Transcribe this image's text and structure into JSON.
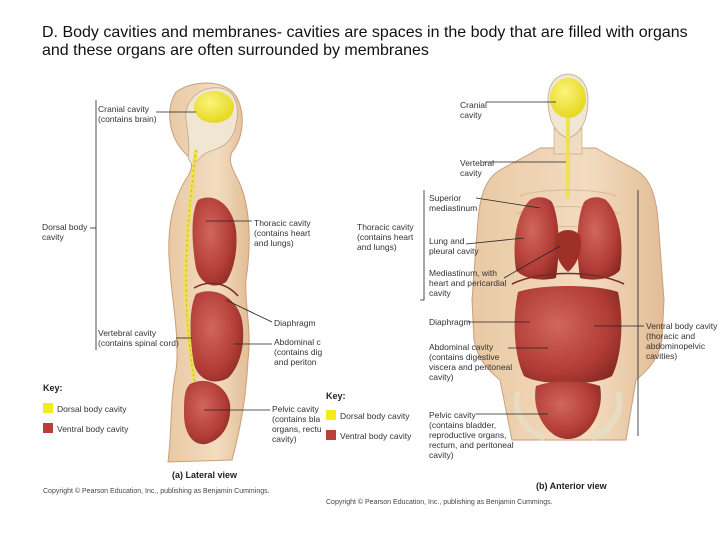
{
  "title": "D. Body cavities and membranes- cavities are spaces in the body that are filled with organs and these organs are often surrounded by membranes",
  "lateral": {
    "labels": {
      "cranial": "Cranial cavity\n(contains brain)",
      "dorsal": "Dorsal body\ncavity",
      "thoracic": "Thoracic cavity\n(contains heart\nand lungs)",
      "diaphragm": "Diaphragm",
      "vertebral": "Vertebral cavity\n(contains spinal cord)",
      "abdominal": "Abdominal c\n(contains dig\nand periton",
      "pelvic": "Pelvic cavity\n(contains bla\norgans, rectu\ncavity)"
    },
    "key_title": "Key:",
    "key": [
      {
        "label": "Dorsal body cavity",
        "color": "#f5ea1c"
      },
      {
        "label": "Ventral body cavity",
        "color": "#b8403a"
      }
    ],
    "view_label": "(a) Lateral view",
    "copyright": "Copyright © Pearson Education, Inc., publishing as Benjamin Cummings."
  },
  "anterior": {
    "labels": {
      "cranial": "Cranial\ncavity",
      "vertebral": "Vertebral\ncavity",
      "superior_mediastinum": "Superior\nmediastinum",
      "thoracic": "Thoracic cavity\n(contains heart\nand lungs)",
      "lung_pleural": "Lung and\npleural cavity",
      "mediastinum": "Mediastinum, with\nheart and pericardial\ncavity",
      "diaphragm": "Diaphragm",
      "abdominal": "Abdominal cavity\n(contains digestive\nviscera and peritoneal\ncavity)",
      "pelvic": "Pelvic cavity\n(contains bladder,\nreproductive organs,\nrectum, and peritoneal\ncavity)",
      "ventral": "Ventral body cavity\n(thoracic and\nabdominopelvic\ncavities)"
    },
    "key_title": "Key:",
    "key": [
      {
        "label": "Dorsal body cavity",
        "color": "#f5ea1c"
      },
      {
        "label": "Ventral body cavity",
        "color": "#b8403a"
      }
    ],
    "view_label": "(b) Anterior view",
    "copyright": "Copyright © Pearson Education, Inc., publishing as Benjamin Cummings."
  }
}
